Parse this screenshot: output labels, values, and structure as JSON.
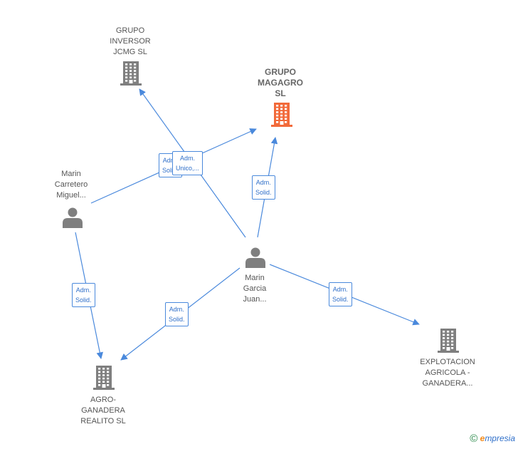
{
  "colors": {
    "edge": "#4a89dc",
    "node_gray": "#7f7f7f",
    "node_highlight": "#f26a3a",
    "text": "#555555"
  },
  "nodes": [
    {
      "id": "grupo_inversor",
      "type": "company",
      "label_lines": [
        "GRUPO",
        "INVERSOR",
        "JCMG  SL"
      ],
      "highlight": false
    },
    {
      "id": "grupo_magagro",
      "type": "company",
      "label_lines": [
        "GRUPO",
        "MAGAGRO",
        "SL"
      ],
      "highlight": true
    },
    {
      "id": "marin_carretero",
      "type": "person",
      "label_lines": [
        "Marin",
        "Carretero",
        "Miguel..."
      ],
      "highlight": false
    },
    {
      "id": "marin_garcia",
      "type": "person",
      "label_lines": [
        "Marin",
        "Garcia",
        "Juan..."
      ],
      "highlight": false
    },
    {
      "id": "agro_ganadera",
      "type": "company",
      "label_lines": [
        "AGRO-",
        "GANADERA",
        "REALITO  SL"
      ],
      "highlight": false
    },
    {
      "id": "explotacion",
      "type": "company",
      "label_lines": [
        "EXPLOTACION",
        "AGRICOLA -",
        "GANADERA..."
      ],
      "highlight": false
    }
  ],
  "edges": [
    {
      "from": "marin_garcia",
      "to": "grupo_inversor",
      "label_lines": [
        "Adm.",
        "Solid."
      ]
    },
    {
      "from": "marin_carretero",
      "to": "grupo_magagro",
      "label_lines": [
        "Adm.",
        "Unico,..."
      ]
    },
    {
      "from": "marin_garcia",
      "to": "grupo_magagro",
      "label_lines": [
        "Adm.",
        "Solid."
      ]
    },
    {
      "from": "marin_carretero",
      "to": "agro_ganadera",
      "label_lines": [
        "Adm.",
        "Solid."
      ]
    },
    {
      "from": "marin_garcia",
      "to": "agro_ganadera",
      "label_lines": [
        "Adm.",
        "Solid."
      ]
    },
    {
      "from": "marin_garcia",
      "to": "explotacion",
      "label_lines": [
        "Adm.",
        "Solid."
      ]
    }
  ],
  "footer": {
    "copyright_symbol": "©",
    "brand_first_letter": "e",
    "brand_rest": "mpresia"
  }
}
